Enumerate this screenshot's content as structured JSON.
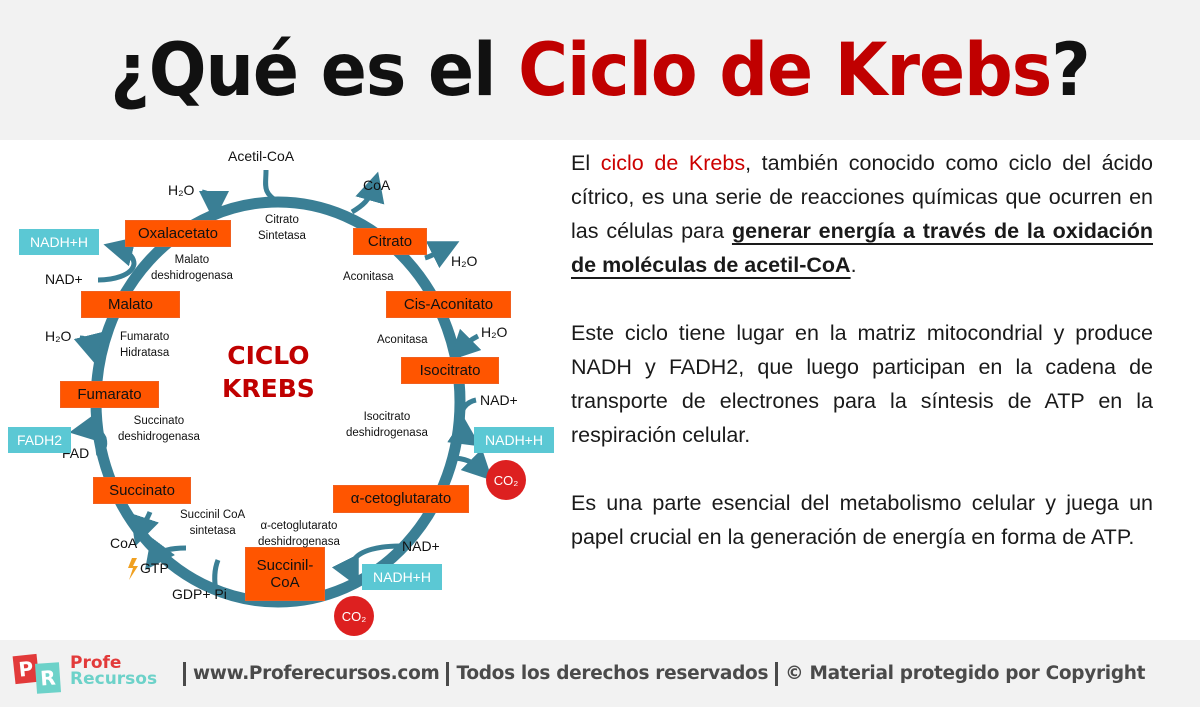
{
  "header": {
    "title_prefix": "¿Qué es el ",
    "title_accent": "Ciclo de Krebs",
    "title_suffix": "?",
    "accent_color": "#c00000"
  },
  "diagram": {
    "center_label": [
      "CICLO",
      "KREBS"
    ],
    "arc_color": "#3a7f95",
    "node_color": "#ff5500",
    "cofactor_color": "#5bc8d4",
    "co2_color": "#dd2020",
    "intermediates": [
      {
        "name": "Oxalacetato"
      },
      {
        "name": "Citrato"
      },
      {
        "name": "Cis-Aconitato"
      },
      {
        "name": "Isocitrato"
      },
      {
        "name": "α-cetoglutarato"
      },
      {
        "name": "Succinil-CoA"
      },
      {
        "name": "Succinato"
      },
      {
        "name": "Fumarato"
      },
      {
        "name": "Malato"
      }
    ],
    "succinil_line1": "Succinil-",
    "succinil_line2": "CoA",
    "enzymes": {
      "citrato_sintetasa": [
        "Citrato",
        "Sintetasa"
      ],
      "aconitasa_1": "Aconitasa",
      "aconitasa_2": "Aconitasa",
      "isocitrato_deshidrogenasa": [
        "Isocitrato",
        "deshidrogenasa"
      ],
      "akg_deshidrogenasa": [
        "α-cetoglutarato",
        "deshidrogenasa"
      ],
      "succinil_coa_sintetasa": [
        "Succinil CoA",
        "sintetasa"
      ],
      "succinato_deshidrogenasa": [
        "Succinato",
        "deshidrogenasa"
      ],
      "fumarato_hidratasa": [
        "Fumarato",
        "Hidratasa"
      ],
      "malato_deshidrogenasa": [
        "Malato",
        "deshidrogenasa"
      ]
    },
    "labels": {
      "acetil_coa": "Acetil-CoA",
      "coa_out_top": "CoA",
      "h2o_oxal": "H₂O",
      "h2o_citrato": "H₂O",
      "h2o_cis": "H₂O",
      "nad_isocitrato": "NAD+",
      "nad_akg": "NAD+",
      "coa_out_bottom": "CoA",
      "gtp": "GTP",
      "gdp_pi": "GDP+ Pi",
      "fad": "FAD",
      "h2o_fumarato": "H₂O",
      "nad_malato": "NAD+"
    },
    "cofactors": {
      "nadh_malato": "NADH+H",
      "nadh_isocitrato": "NADH+H",
      "nadh_akg": "NADH+H",
      "fadh2": "FADH2"
    },
    "co2": [
      "CO₂",
      "CO₂"
    ]
  },
  "text": {
    "p1": {
      "before": "El ",
      "highlight": "ciclo de Krebs",
      "middle": ", también conocido como ciclo del ácido cítrico, es una serie de reacciones químicas que ocurren en las células para ",
      "underlined": "generar energía a través de la oxidación de moléculas de acetil-CoA",
      "after": "."
    },
    "p2": "Este ciclo tiene lugar en la matriz mitocondrial y produce NADH y FADH2, que luego participan en la cadena de transporte de electrones para la síntesis de ATP en la respiración celular.",
    "p3": "Es una parte esencial del metabolismo celular y juega un papel crucial en la generación de energía en forma de ATP."
  },
  "footer": {
    "logo_p": "P",
    "logo_r": "R",
    "brand_line1": "Profe",
    "brand_line2": "Recursos",
    "website": "www.Proferecursos.com",
    "rights": "Todos los derechos reservados",
    "copyright": "© Material protegido por Copyright"
  }
}
